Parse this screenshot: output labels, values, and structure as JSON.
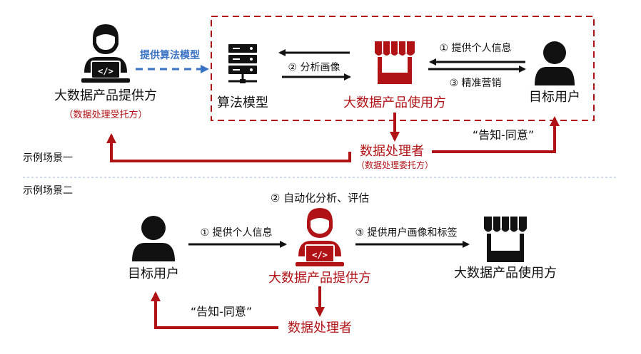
{
  "colors": {
    "red": "#b11216",
    "blue": "#3a72c4",
    "black": "#111111",
    "dash_line": "#9fb3d1"
  },
  "scenario1": {
    "label": "示例场景一",
    "provider": {
      "name": "大数据产品提供方",
      "sub": "（数据处理受托方）"
    },
    "algo_link_label": "提供算法模型",
    "algo_model": "算法模型",
    "user_party": "大数据产品使用方",
    "target_user": "目标用户",
    "profile_label": "② 分析画像",
    "provide_info_label": "① 提供个人信息",
    "precision_marketing_label": "③ 精准营销",
    "consent_label": "“告知-同意”",
    "processor": {
      "name": "数据处理者",
      "sub": "（数据处理委托方）"
    }
  },
  "scenario2": {
    "label": "示例场景二",
    "auto_analysis_label": "② 自动化分析、评估",
    "target_user": "目标用户",
    "provide_info_label": "① 提供个人信息",
    "provider": "大数据产品提供方",
    "provide_profile_label": "③ 提供用户画像和标签",
    "user_party": "大数据产品使用方",
    "consent_label": "“告知-同意”",
    "processor": "数据处理者"
  }
}
